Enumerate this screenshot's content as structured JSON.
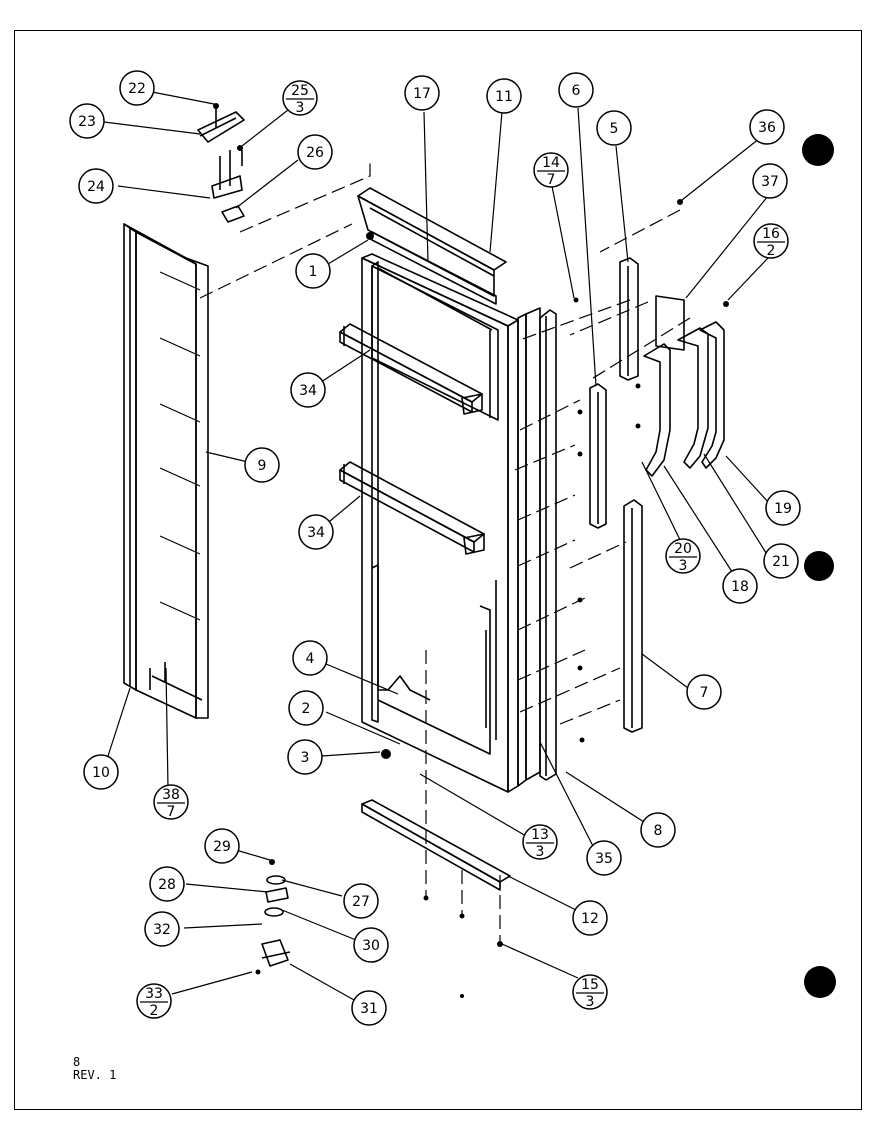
{
  "labels": [
    {
      "id": "c22",
      "text": "22"
    },
    {
      "id": "c23",
      "text": "23"
    },
    {
      "id": "c25",
      "num": "25",
      "den": "3"
    },
    {
      "id": "c26",
      "text": "26"
    },
    {
      "id": "c24",
      "text": "24"
    },
    {
      "id": "c17",
      "text": "17"
    },
    {
      "id": "c11",
      "text": "11"
    },
    {
      "id": "c6",
      "text": "6"
    },
    {
      "id": "c5",
      "text": "5"
    },
    {
      "id": "c36",
      "text": "36"
    },
    {
      "id": "c14",
      "num": "14",
      "den": "7"
    },
    {
      "id": "c37",
      "text": "37"
    },
    {
      "id": "c16",
      "num": "16",
      "den": "2"
    },
    {
      "id": "c1",
      "text": "1"
    },
    {
      "id": "c34a",
      "text": "34"
    },
    {
      "id": "c9",
      "text": "9"
    },
    {
      "id": "c34b",
      "text": "34"
    },
    {
      "id": "c19",
      "text": "19"
    },
    {
      "id": "c20",
      "num": "20",
      "den": "3"
    },
    {
      "id": "c21",
      "text": "21"
    },
    {
      "id": "c18",
      "text": "18"
    },
    {
      "id": "c4",
      "text": "4"
    },
    {
      "id": "c7",
      "text": "7"
    },
    {
      "id": "c2",
      "text": "2"
    },
    {
      "id": "c3",
      "text": "3"
    },
    {
      "id": "c10",
      "text": "10"
    },
    {
      "id": "c38",
      "num": "38",
      "den": "7"
    },
    {
      "id": "c13",
      "num": "13",
      "den": "3"
    },
    {
      "id": "c35",
      "text": "35"
    },
    {
      "id": "c8",
      "text": "8"
    },
    {
      "id": "c29",
      "text": "29"
    },
    {
      "id": "c28",
      "text": "28"
    },
    {
      "id": "c27",
      "text": "27"
    },
    {
      "id": "c12",
      "text": "12"
    },
    {
      "id": "c32",
      "text": "32"
    },
    {
      "id": "c30",
      "text": "30"
    },
    {
      "id": "c33",
      "num": "33",
      "den": "2"
    },
    {
      "id": "c31",
      "text": "31"
    },
    {
      "id": "c15",
      "num": "15",
      "den": "3"
    }
  ],
  "footer": {
    "line1": "8",
    "line2": "REV. 1"
  }
}
